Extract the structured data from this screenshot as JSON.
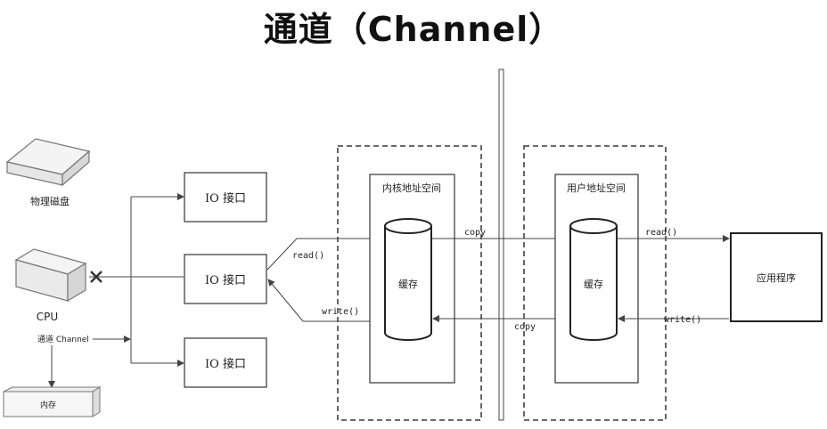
{
  "title": "通道（Channel）",
  "devices": {
    "disk_label": "物理磁盘",
    "cpu_label": "CPU",
    "channel_label": "通道 Channel",
    "memory_label": "内存"
  },
  "io_ports": [
    "IO 接口",
    "IO 接口",
    "IO 接口"
  ],
  "kernel": {
    "label": "内核地址空间",
    "buffer": "缓存"
  },
  "user": {
    "label": "用户地址空间",
    "buffer": "缓存"
  },
  "app_label": "应用程序",
  "arrows": {
    "read_left": "read()",
    "write_left": "write()",
    "copy_top": "copy",
    "copy_bottom": "copy",
    "read_right": "read()",
    "write_right": "write()"
  },
  "colors": {
    "channel_label": "#e02020",
    "line": "#444444",
    "box_border": "#333333"
  }
}
